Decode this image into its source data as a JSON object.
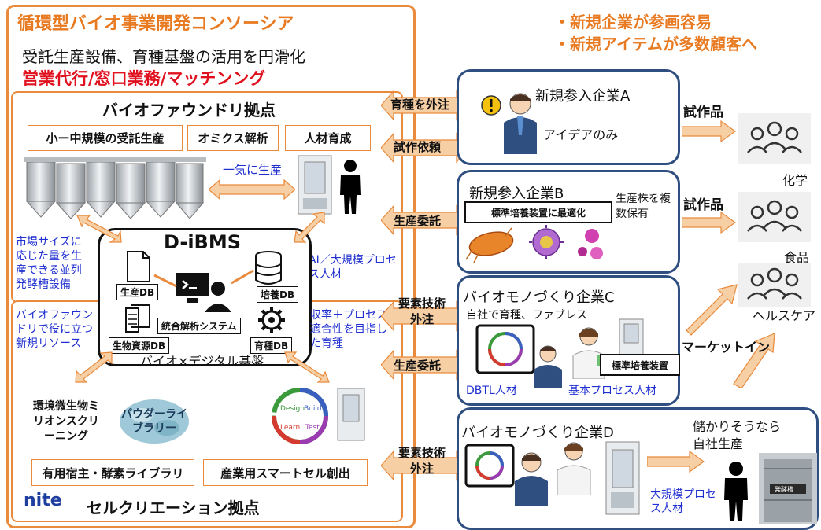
{
  "top_left": {
    "title": "循環型バイオ事業開発コンソーシア",
    "subtitle": "受託生産設備、育種基盤の活用を円滑化",
    "services": "営業代行/窓口業務/マッチンング"
  },
  "top_right": {
    "line1": "・新規企業が参画容易",
    "line2": "・新規アイテムが多数顧客へ"
  },
  "foundry": {
    "title": "バイオファウンドリ拠点",
    "tags": [
      "小ー中規模の受託生産",
      "オミクス解析",
      "人材育成"
    ],
    "instant_production": "一気に生産",
    "left_note": "市場サイズに応じた量を生産できる並列発酵槽設備",
    "right_note": "AI／大規模プロセス人材"
  },
  "dibms": {
    "title": "D-iBMS",
    "db_production": "生産DB",
    "db_culture": "培養DB",
    "integrated_system": "統合解析システム",
    "db_bioresource": "生物資源DB",
    "db_breeding": "育種DB",
    "footer": "バイオ×デジタル基盤"
  },
  "cell_creation": {
    "left_note": "バイオファウンドリで役に立つ新規リソース",
    "right_note": "収率＋プロセス適合性を目指した育種",
    "microbe_label": "環境微生物ミリオンスクリーニング",
    "powder_label": "パウダーライブラリー",
    "tags": [
      "有用宿主・酵素ライブラリ",
      "産業用スマートセル創出"
    ],
    "logo": "nite",
    "title": "セルクリエーション拠点",
    "dbtl": [
      "Design",
      "Build",
      "Test",
      "Learn"
    ]
  },
  "flows": [
    "育種を外注",
    "試作依頼",
    "生産委託",
    "要素技術外注",
    "生産委託",
    "要素技術外注"
  ],
  "company_a": {
    "title": "新規参入企業A",
    "note": "アイデアのみ"
  },
  "company_b": {
    "title": "新規参入企業B",
    "badge": "標準培養装置に最適化",
    "note": "生産株を複数保有"
  },
  "company_c": {
    "title": "バイオモノづくり企業C",
    "sub": "自社で育種、ファブレス",
    "badge": "標準培養装置",
    "dbtl_staff": "DBTL人材",
    "process_staff": "基本プロセス人材"
  },
  "company_d": {
    "title": "バイオモノづくり企業D",
    "note": "儲かりそうなら自社生産",
    "staff": "大規模プロセス人材",
    "plant_label": "発酵槽"
  },
  "outputs": {
    "prototype_a": "試作品",
    "prototype_b": "試作品",
    "market_in": "マーケットイン"
  },
  "customers": [
    "化学",
    "食品",
    "ヘルスケア"
  ],
  "colors": {
    "accent": "#e98a3c",
    "title_orange": "#e87a22",
    "blue_text": "#1f2fd0",
    "red_text": "#e0101e",
    "company_border": "#2f4f80"
  }
}
